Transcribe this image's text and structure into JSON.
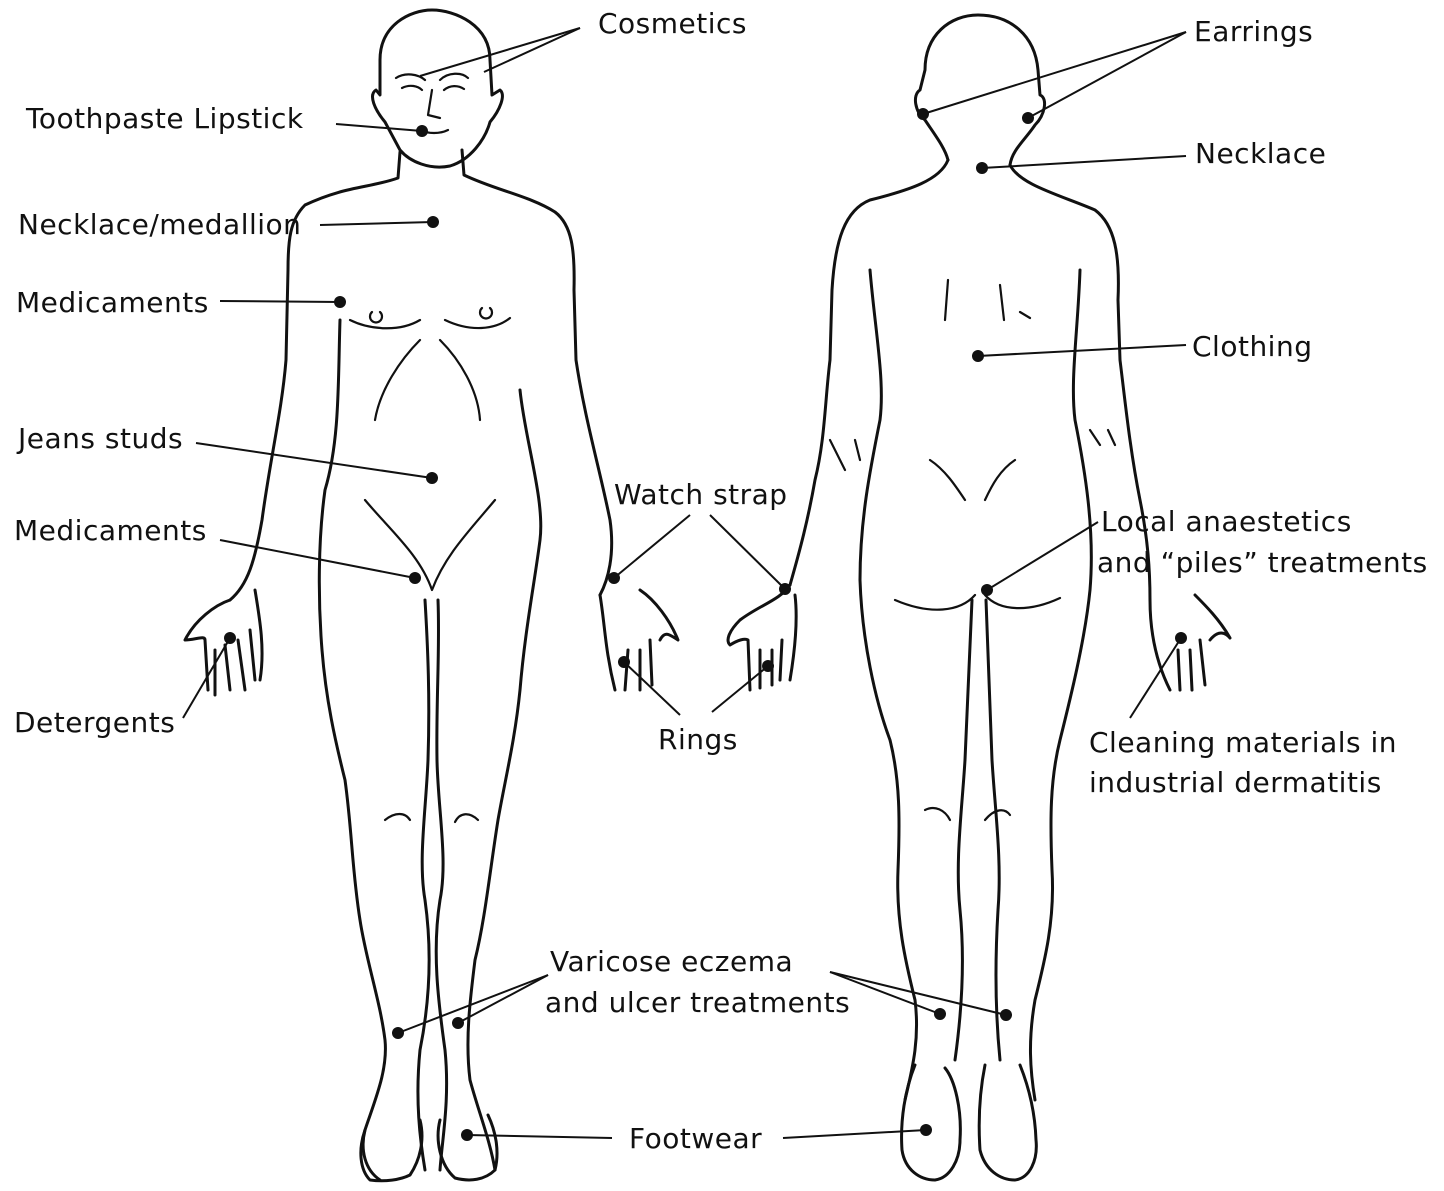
{
  "labels": {
    "cosmetics": "Cosmetics",
    "toothpaste_lipstick": "Toothpaste Lipstick",
    "necklace_medallion": "Necklace/medallion",
    "medicaments_upper": "Medicaments",
    "jeans_studs": "Jeans studs",
    "medicaments_lower": "Medicaments",
    "detergents": "Detergents",
    "watch_strap": "Watch strap",
    "rings": "Rings",
    "varicose_line1": "Varicose eczema",
    "varicose_line2": "and ulcer treatments",
    "footwear": "Footwear",
    "earrings": "Earrings",
    "necklace": "Necklace",
    "clothing": "Clothing",
    "local_line1": "Local anaestetics",
    "local_line2": "and “piles” treatments",
    "cleaning_line1": "Cleaning materials in",
    "cleaning_line2": "industrial dermatitis"
  },
  "colors": {
    "ink": "#111111",
    "background": "#ffffff"
  }
}
